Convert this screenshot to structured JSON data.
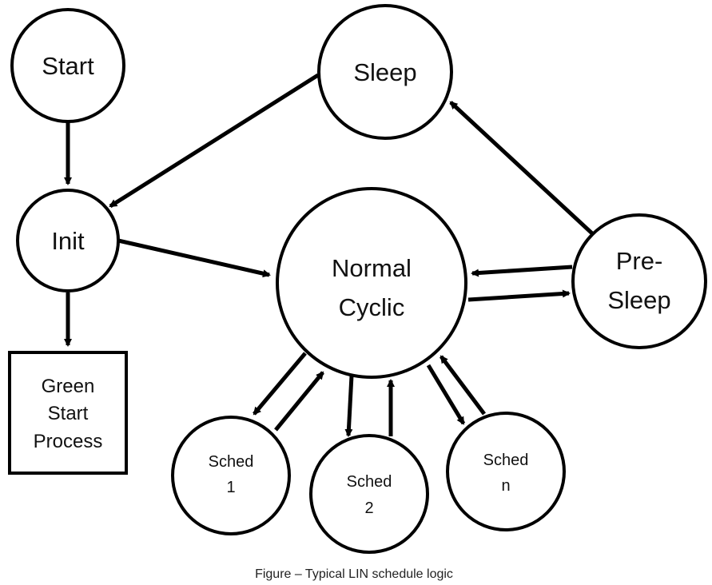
{
  "colors": {
    "stroke": "#000000",
    "fill": "#ffffff",
    "text": "#111111"
  },
  "nodes": {
    "start": {
      "label": "Start"
    },
    "sleep": {
      "label": "Sleep"
    },
    "init": {
      "label": "Init"
    },
    "normal_cyclic": {
      "line1": "Normal",
      "line2": "Cyclic"
    },
    "pre_sleep": {
      "line1": "Pre-",
      "line2": "Sleep"
    },
    "green_start": {
      "line1": "Green",
      "line2": "Start",
      "line3": "Process"
    },
    "sched1": {
      "line1": "Sched",
      "line2": "1"
    },
    "sched2": {
      "line1": "Sched",
      "line2": "2"
    },
    "schedn": {
      "line1": "Sched",
      "line2": "n"
    }
  },
  "edges": [
    {
      "from": "Start",
      "to": "Init"
    },
    {
      "from": "Sleep",
      "to": "Init"
    },
    {
      "from": "Init",
      "to": "Green Start Process"
    },
    {
      "from": "Init",
      "to": "Normal Cyclic"
    },
    {
      "from": "Normal Cyclic",
      "to": "Pre-Sleep"
    },
    {
      "from": "Pre-Sleep",
      "to": "Normal Cyclic"
    },
    {
      "from": "Pre-Sleep",
      "to": "Sleep"
    },
    {
      "from": "Normal Cyclic",
      "to": "Sched 1"
    },
    {
      "from": "Sched 1",
      "to": "Normal Cyclic"
    },
    {
      "from": "Normal Cyclic",
      "to": "Sched 2"
    },
    {
      "from": "Sched 2",
      "to": "Normal Cyclic"
    },
    {
      "from": "Normal Cyclic",
      "to": "Sched n"
    },
    {
      "from": "Sched n",
      "to": "Normal Cyclic"
    }
  ],
  "caption": "Figure – Typical LIN schedule logic"
}
